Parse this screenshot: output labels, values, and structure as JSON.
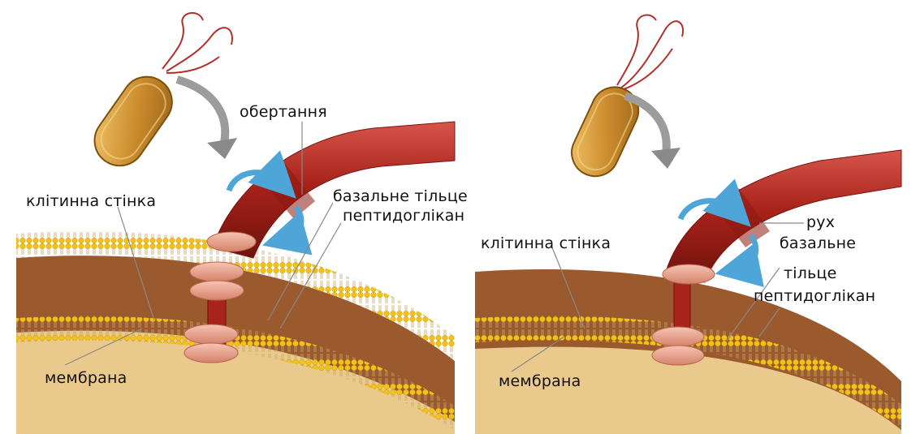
{
  "left_panel": {
    "labels": {
      "rotation": "обертання",
      "cell_wall": "клітинна стінка",
      "basal_body": "базальне тільце",
      "peptidoglycan": "пептидоглікан",
      "membrane": "мембрана"
    }
  },
  "right_panel": {
    "labels": {
      "cell_wall": "клітинна стінка",
      "movement": "рух",
      "basal_line1": "базальне",
      "basal_line2": "тільце",
      "peptidoglycan": "пептидоглікан",
      "membrane": "мембрана"
    }
  },
  "colors": {
    "flagellum": "#a8231a",
    "flagellum_highlight": "#d6554a",
    "cell_wall": "#9a5a2e",
    "membrane_head": "#f2c21a",
    "basal_ring": "#e8a08a",
    "cytoplasm": "#e9c98c",
    "rotation_arrow": "#4ea6d8"
  }
}
